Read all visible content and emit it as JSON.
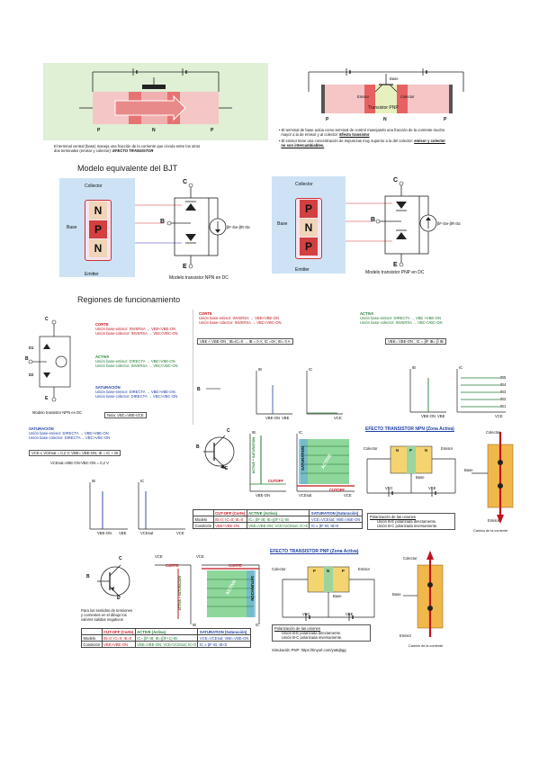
{
  "top_left": {
    "labels": {
      "p1": "P",
      "n": "N",
      "p2": "P"
    },
    "caption1": "El terminal central (base) maneja una fracción de la corriente que circula entre los otros",
    "caption2": "dos terminales (emisor y colector):",
    "caption_bold": "EFECTO TRANSISTOR"
  },
  "top_right": {
    "labels": {
      "base": "Base",
      "emisor": "Emisor",
      "colector": "Colector",
      "title": "Transistor PNP",
      "p1": "P",
      "n": "N",
      "p2": "P"
    },
    "bullet1a": "El terminal de base actúa como terminal de control manejando una fracción de la corriente mucho",
    "bullet1b": "mayor a la de emisor y al colector:",
    "bullet1_bold": "Efecto transistor",
    "bullet2a": "El emisor tiene una concentración de impurezas muy superior a la del colector:",
    "bullet2_bold": "emisor y colector",
    "bullet2c": "no son intercambiables."
  },
  "section1": "Modelo equivalente del BJT",
  "npn": {
    "collector": "Collector",
    "base": "Base",
    "emitter": "Emitter",
    "n1": "N",
    "p": "P",
    "n2": "N",
    "c": "C",
    "b": "B",
    "e": "E",
    "source": "βF·Ibe-βR·Ibc",
    "caption": "Modelo transistor NPN en DC"
  },
  "pnp": {
    "collector": "Collector",
    "base": "Base",
    "emitter": "Emitter",
    "p1": "P",
    "n": "N",
    "p2": "P",
    "c": "C",
    "b": "B",
    "e": "E",
    "source": "βF·Ibe-βR·Ibc",
    "caption": "Modelo transistor PNP en DC"
  },
  "section2": "Regiones de funcionamiento",
  "r1": {
    "d1": "D1",
    "d2": "D2",
    "c": "C",
    "b": "B",
    "e": "E",
    "caption": "Modelo transistor NPN en DC",
    "corte_t": "CORTE",
    "corte1": "Unión base-emisor: INVERSA → VBE<VBE-ON",
    "corte2": "Unión base-colector: INVERSA → VBC<VBC-ON",
    "activa_t": "ACTIVA",
    "activa1": "Unión base-emisor: DIRECTA → VBE>VBE-ON",
    "activa2": "Unión base-colector: INVERSA → VBC<VBC-ON",
    "sat_t": "SATURACIÓN",
    "sat1": "Unión base-emisor: DIRECTA → VBE>VBE-ON",
    "sat2": "Unión base-colector: DIRECTA → VBC>VBC-ON",
    "note": "Nota: VBC=VBE-VCE"
  },
  "r2": {
    "title": "CORTE",
    "l1": "Unión base-emisor: INVERSA → VBE<VBE-ON",
    "l2": "Unión base-colector: INVERSA → VBC<VBC-ON",
    "eq": "VBE < VBE-ON ; IB=IC=0 → IB = 0 A; IC =0A; IE= 0 A",
    "b": "B",
    "ib": "IB",
    "ic": "IC",
    "vbeon": "VBE-ON",
    "vbe": "VBE",
    "vce": "VCE"
  },
  "r3": {
    "title": "ACTIVA",
    "l1": "Unión base-emisor: DIRECTA → VBE >VBE-ON",
    "l2": "Unión base-colector: INVERSA → VBC<VBC-ON",
    "eq": "VBE= VBE-ON ; IC = βF IB= β IB",
    "ib": "IB",
    "ic": "IC",
    "vbeon": "VBE-ON",
    "vbe": "VBE",
    "vce": "VCE",
    "ib1": "IB1",
    "ib2": "IB2",
    "ib3": "IB3",
    "ib4": "IB4",
    "ib5": "IB5"
  },
  "r4": {
    "title": "SATURACIÓN",
    "l1": "Unión base-emisor: DIRECTA → VBE>VBE-ON",
    "l2": "Unión base-colector: DIRECTA→ VBC>VBC-ON",
    "eq1": "VCE ≤ VCEsat = 0,2 V; VBE= VBE-ON; IE = IC + IB",
    "eq2": "VCEsat=VBE-ON-VBC-ON = 0,2 V",
    "ib": "IB",
    "ic": "IC",
    "vbeon": "VBE-ON",
    "vbe": "VBE",
    "vcesat": "VCEsat",
    "vce": "VCE"
  },
  "r5": {
    "c": "C",
    "b": "B",
    "e": "E",
    "ic": "IC",
    "ib": "IB",
    "ie": "IE",
    "vce": "VCE",
    "vbe": "VBE",
    "ic_axis": "IC",
    "ib_axis": "IB",
    "vbeon": "VBE-ON",
    "vcesat": "VCEsat",
    "cutoff": "CUTOFF",
    "saturation": "SATURATION",
    "active": "ACTIVE",
    "active_sat": "ACTIVE + SATURATION",
    "table": {
      "headers": [
        "",
        "CUT-OFF (Corte)",
        "ACTIVE (Activa)",
        "SATURATION (Saturación)"
      ],
      "rows": [
        [
          "Modelo",
          "IB=0; IC=0; IE=0",
          "IC= βF·IB; IE=(βF+1)·IB",
          "VCE=VCEsat; VBE=VBE-ON"
        ],
        [
          "Condición",
          "VBE<VBE-ON",
          "VBE=VBE-ON; VCE>VCEsat; IC>0",
          "IC ≤ βF·IB; IB>0"
        ]
      ]
    }
  },
  "r6": {
    "title": "EFECTO TRANSISTOR NPN (Zona Activa)",
    "colector": "Colector",
    "emisor": "Emisor",
    "base": "Base",
    "n1": "N",
    "p": "P",
    "n2": "N",
    "vbc": "VBC",
    "vbe": "VBE",
    "pol_t": "Polarización de las uniones",
    "pol1": "Unión B-E polarizada directamente.",
    "pol2": "Unión B-C polarizada inversamente."
  },
  "r7": {
    "colector": "Colector",
    "base": "Base",
    "emisor": "Emisor",
    "caption": "Camino de la corriente"
  },
  "r8": {
    "c": "C",
    "b": "B",
    "e": "E",
    "ic": "IC",
    "ib": "IB",
    "ie": "IE",
    "vce": "VCE",
    "vbe": "VBE",
    "note1": "Para los sentidos de tensiones",
    "note2": "y corrientes en el dibujo los",
    "note3": "valores salidas negativos",
    "vce_axis": "VCE",
    "ic_axis": "IC",
    "vbe_axis": "VBE",
    "ib_axis": "IB",
    "corte": "CORTE",
    "saturacion": "SATURACIÓN",
    "activa": "ACTIVA",
    "activa_sat": "ACTIVA + SATURACIÓN",
    "table": {
      "headers": [
        "",
        "CUT-OFF (Corte)",
        "ACTIVE (Activa)",
        "SATURATION (Saturación)"
      ],
      "rows": [
        [
          "Modelo",
          "IB=0; IC=0; IE=0",
          "IC= βF·IB; IE=(βF+1)·IB",
          "VCE=VCEsat; VBE=VBE-ON"
        ],
        [
          "Condición",
          "VBE>VBE-ON",
          "VBE=VBE-ON; VCE<VCEsat; IC<0",
          "IC ≥ βF·IB; IB<0"
        ]
      ]
    }
  },
  "r9": {
    "title": "EFECTO TRANSISTOR PNP (Zona Activa)",
    "colector": "Colector",
    "emisor": "Emisor",
    "base": "Base",
    "p1": "P",
    "n": "N",
    "p2": "P",
    "vbc": "VBC",
    "vbe": "VBE",
    "pol_t": "Polarización de las uniones",
    "pol1": "Unión B-E polarizada directamente.",
    "pol2": "Unión B-C polarizada inversamente.",
    "sim": "Simulación PNP: https://tinyurl.com/ya6qbgg"
  },
  "r10": {
    "colector": "Colector",
    "base": "Base",
    "emisor": "Emisor",
    "caption": "Camino de la corriente"
  }
}
